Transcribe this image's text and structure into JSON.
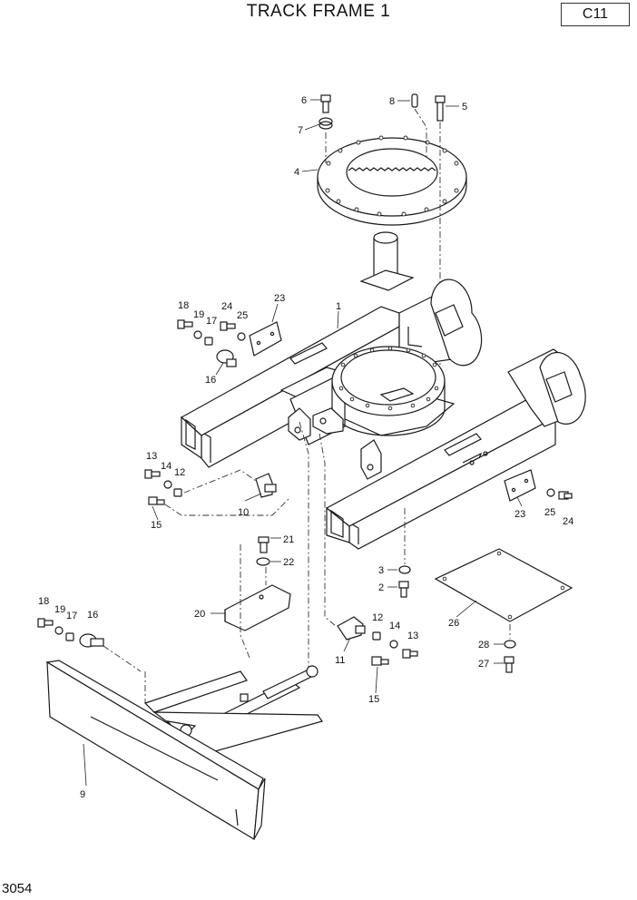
{
  "header": {
    "title": "TRACK FRAME 1",
    "code": "C11"
  },
  "footer": {
    "page_number": "3054"
  },
  "callouts": [
    {
      "id": "c6",
      "text": "6"
    },
    {
      "id": "c8",
      "text": "8"
    },
    {
      "id": "c5",
      "text": "5"
    },
    {
      "id": "c7",
      "text": "7"
    },
    {
      "id": "c4",
      "text": "4"
    },
    {
      "id": "c18a",
      "text": "18"
    },
    {
      "id": "c19a",
      "text": "19"
    },
    {
      "id": "c17a",
      "text": "17"
    },
    {
      "id": "c24a",
      "text": "24"
    },
    {
      "id": "c25a",
      "text": "25"
    },
    {
      "id": "c23a",
      "text": "23"
    },
    {
      "id": "c1",
      "text": "1"
    },
    {
      "id": "c16a",
      "text": "16"
    },
    {
      "id": "c13a",
      "text": "13"
    },
    {
      "id": "c14a",
      "text": "14"
    },
    {
      "id": "c12a",
      "text": "12"
    },
    {
      "id": "c15a",
      "text": "15"
    },
    {
      "id": "c10",
      "text": "10"
    },
    {
      "id": "c23b",
      "text": "23"
    },
    {
      "id": "c25b",
      "text": "25"
    },
    {
      "id": "c24b",
      "text": "24"
    },
    {
      "id": "c21",
      "text": "21"
    },
    {
      "id": "c22",
      "text": "22"
    },
    {
      "id": "c3",
      "text": "3"
    },
    {
      "id": "c2",
      "text": "2"
    },
    {
      "id": "c26",
      "text": "26"
    },
    {
      "id": "c18b",
      "text": "18"
    },
    {
      "id": "c19b",
      "text": "19"
    },
    {
      "id": "c17b",
      "text": "17"
    },
    {
      "id": "c16b",
      "text": "16"
    },
    {
      "id": "c20",
      "text": "20"
    },
    {
      "id": "c12b",
      "text": "12"
    },
    {
      "id": "c14b",
      "text": "14"
    },
    {
      "id": "c13b",
      "text": "13"
    },
    {
      "id": "c11",
      "text": "11"
    },
    {
      "id": "c15b",
      "text": "15"
    },
    {
      "id": "c28",
      "text": "28"
    },
    {
      "id": "c27",
      "text": "27"
    },
    {
      "id": "c9",
      "text": "9"
    }
  ]
}
